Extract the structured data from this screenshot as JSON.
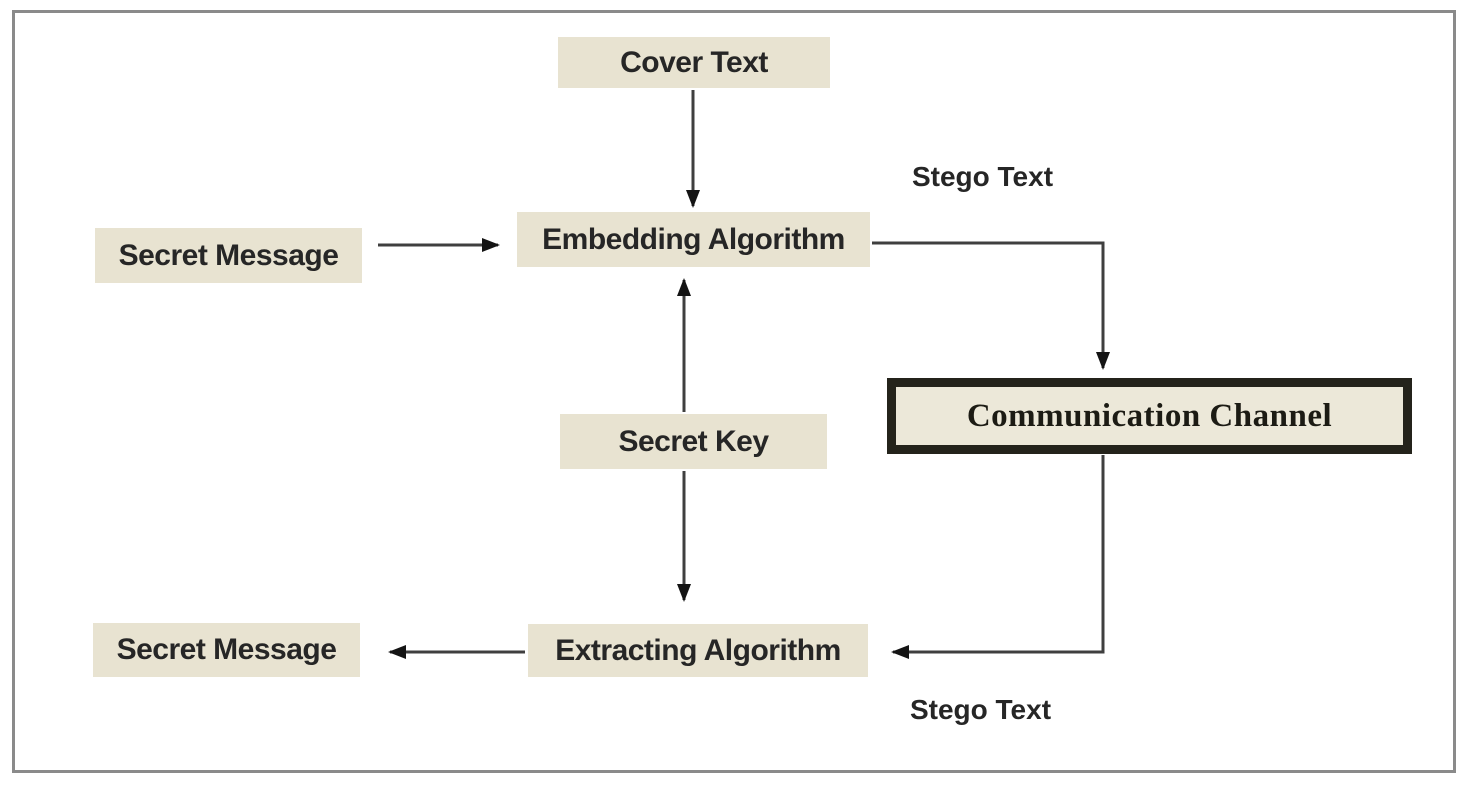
{
  "colors": {
    "background": "#ffffff",
    "frame_border": "#8a8a8a",
    "box_fill": "#e8e3d1",
    "box_text": "#262626",
    "channel_frame": "#24231b",
    "channel_fill": "#ece8d9",
    "arrow_shaft": "#3f3f3f",
    "arrow_head": "#141414"
  },
  "boxes": {
    "cover_text": "Cover Text",
    "secret_message_in": "Secret Message",
    "embedding_algorithm": "Embedding Algorithm",
    "secret_key": "Secret Key",
    "communication_channel": "Communication Channel",
    "extracting_algorithm": "Extracting Algorithm",
    "secret_message_out": "Secret Message"
  },
  "labels": {
    "stego_text_top": "Stego Text",
    "stego_text_bottom": "Stego Text"
  }
}
